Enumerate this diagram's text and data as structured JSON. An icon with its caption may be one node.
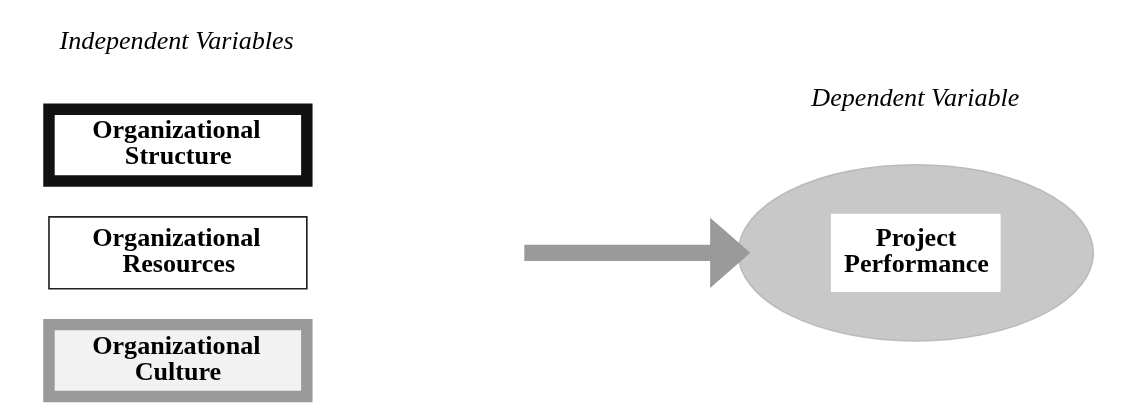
{
  "diagram": {
    "nodes": [
      {
        "text": [
          "Organizational Structure"
        ]
      },
      {
        "text": [
          "Organizational Resources"
        ]
      },
      {
        "text": [
          "Organizational Culture"
        ]
      },
      {
        "text": [
          "Project Performance"
        ]
      }
    ],
    "edges": [
      {
        "from": null,
        "to": 3,
        "arrow": "to"
      }
    ],
    "labels": [
      "Independent Variables",
      "Dependent Variable"
    ]
  }
}
